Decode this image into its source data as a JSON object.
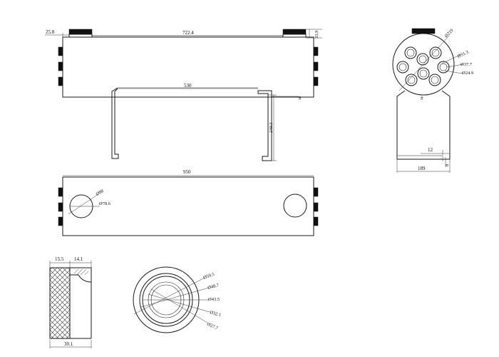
{
  "dimensions": {
    "front_offset": "25.8",
    "front_length": "722.4",
    "front_cap_height": "33.9",
    "front_stand_span": "530",
    "front_stand_height": "249.3",
    "side_dia_outer": "Ø219",
    "side_dia_a": "Ø31.3",
    "side_dia_b": "Ø37.7",
    "side_dia_c": "Ø24.9",
    "side_flange": "12",
    "side_thickness": "8",
    "side_width": "189",
    "top_length": "950",
    "top_hole_a": "Ø88",
    "top_hole_b": "Ø78.6",
    "cap_dim_a": "15.5",
    "cap_dim_b": "14.1",
    "cap_dim_c": "30.1",
    "ring_d1": "Ø59.5",
    "ring_d2": "Ø48.7",
    "ring_d3": "Ø43.5",
    "ring_d4": "Ø32.1",
    "ring_d5": "Ø27.7"
  },
  "marks": {
    "front_symbol": "#",
    "side_symbol": "#"
  },
  "colors": {
    "line": "#1a1a1a",
    "fill": "#111111",
    "background": "#ffffff"
  }
}
